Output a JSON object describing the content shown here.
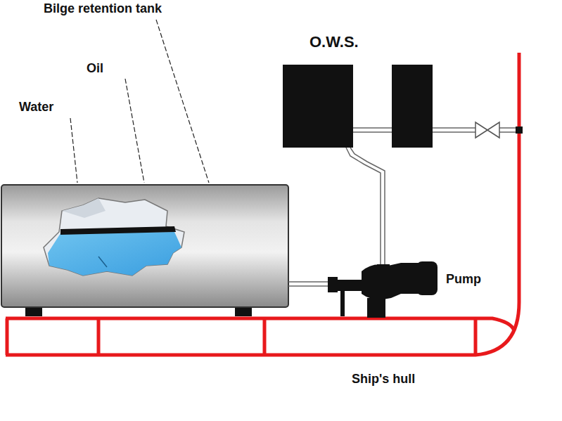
{
  "diagram": {
    "labels": [
      "Bilge retention tank",
      "Oil",
      "Water",
      "O.W.S.",
      "Pump",
      "Ship's hull"
    ]
  }
}
